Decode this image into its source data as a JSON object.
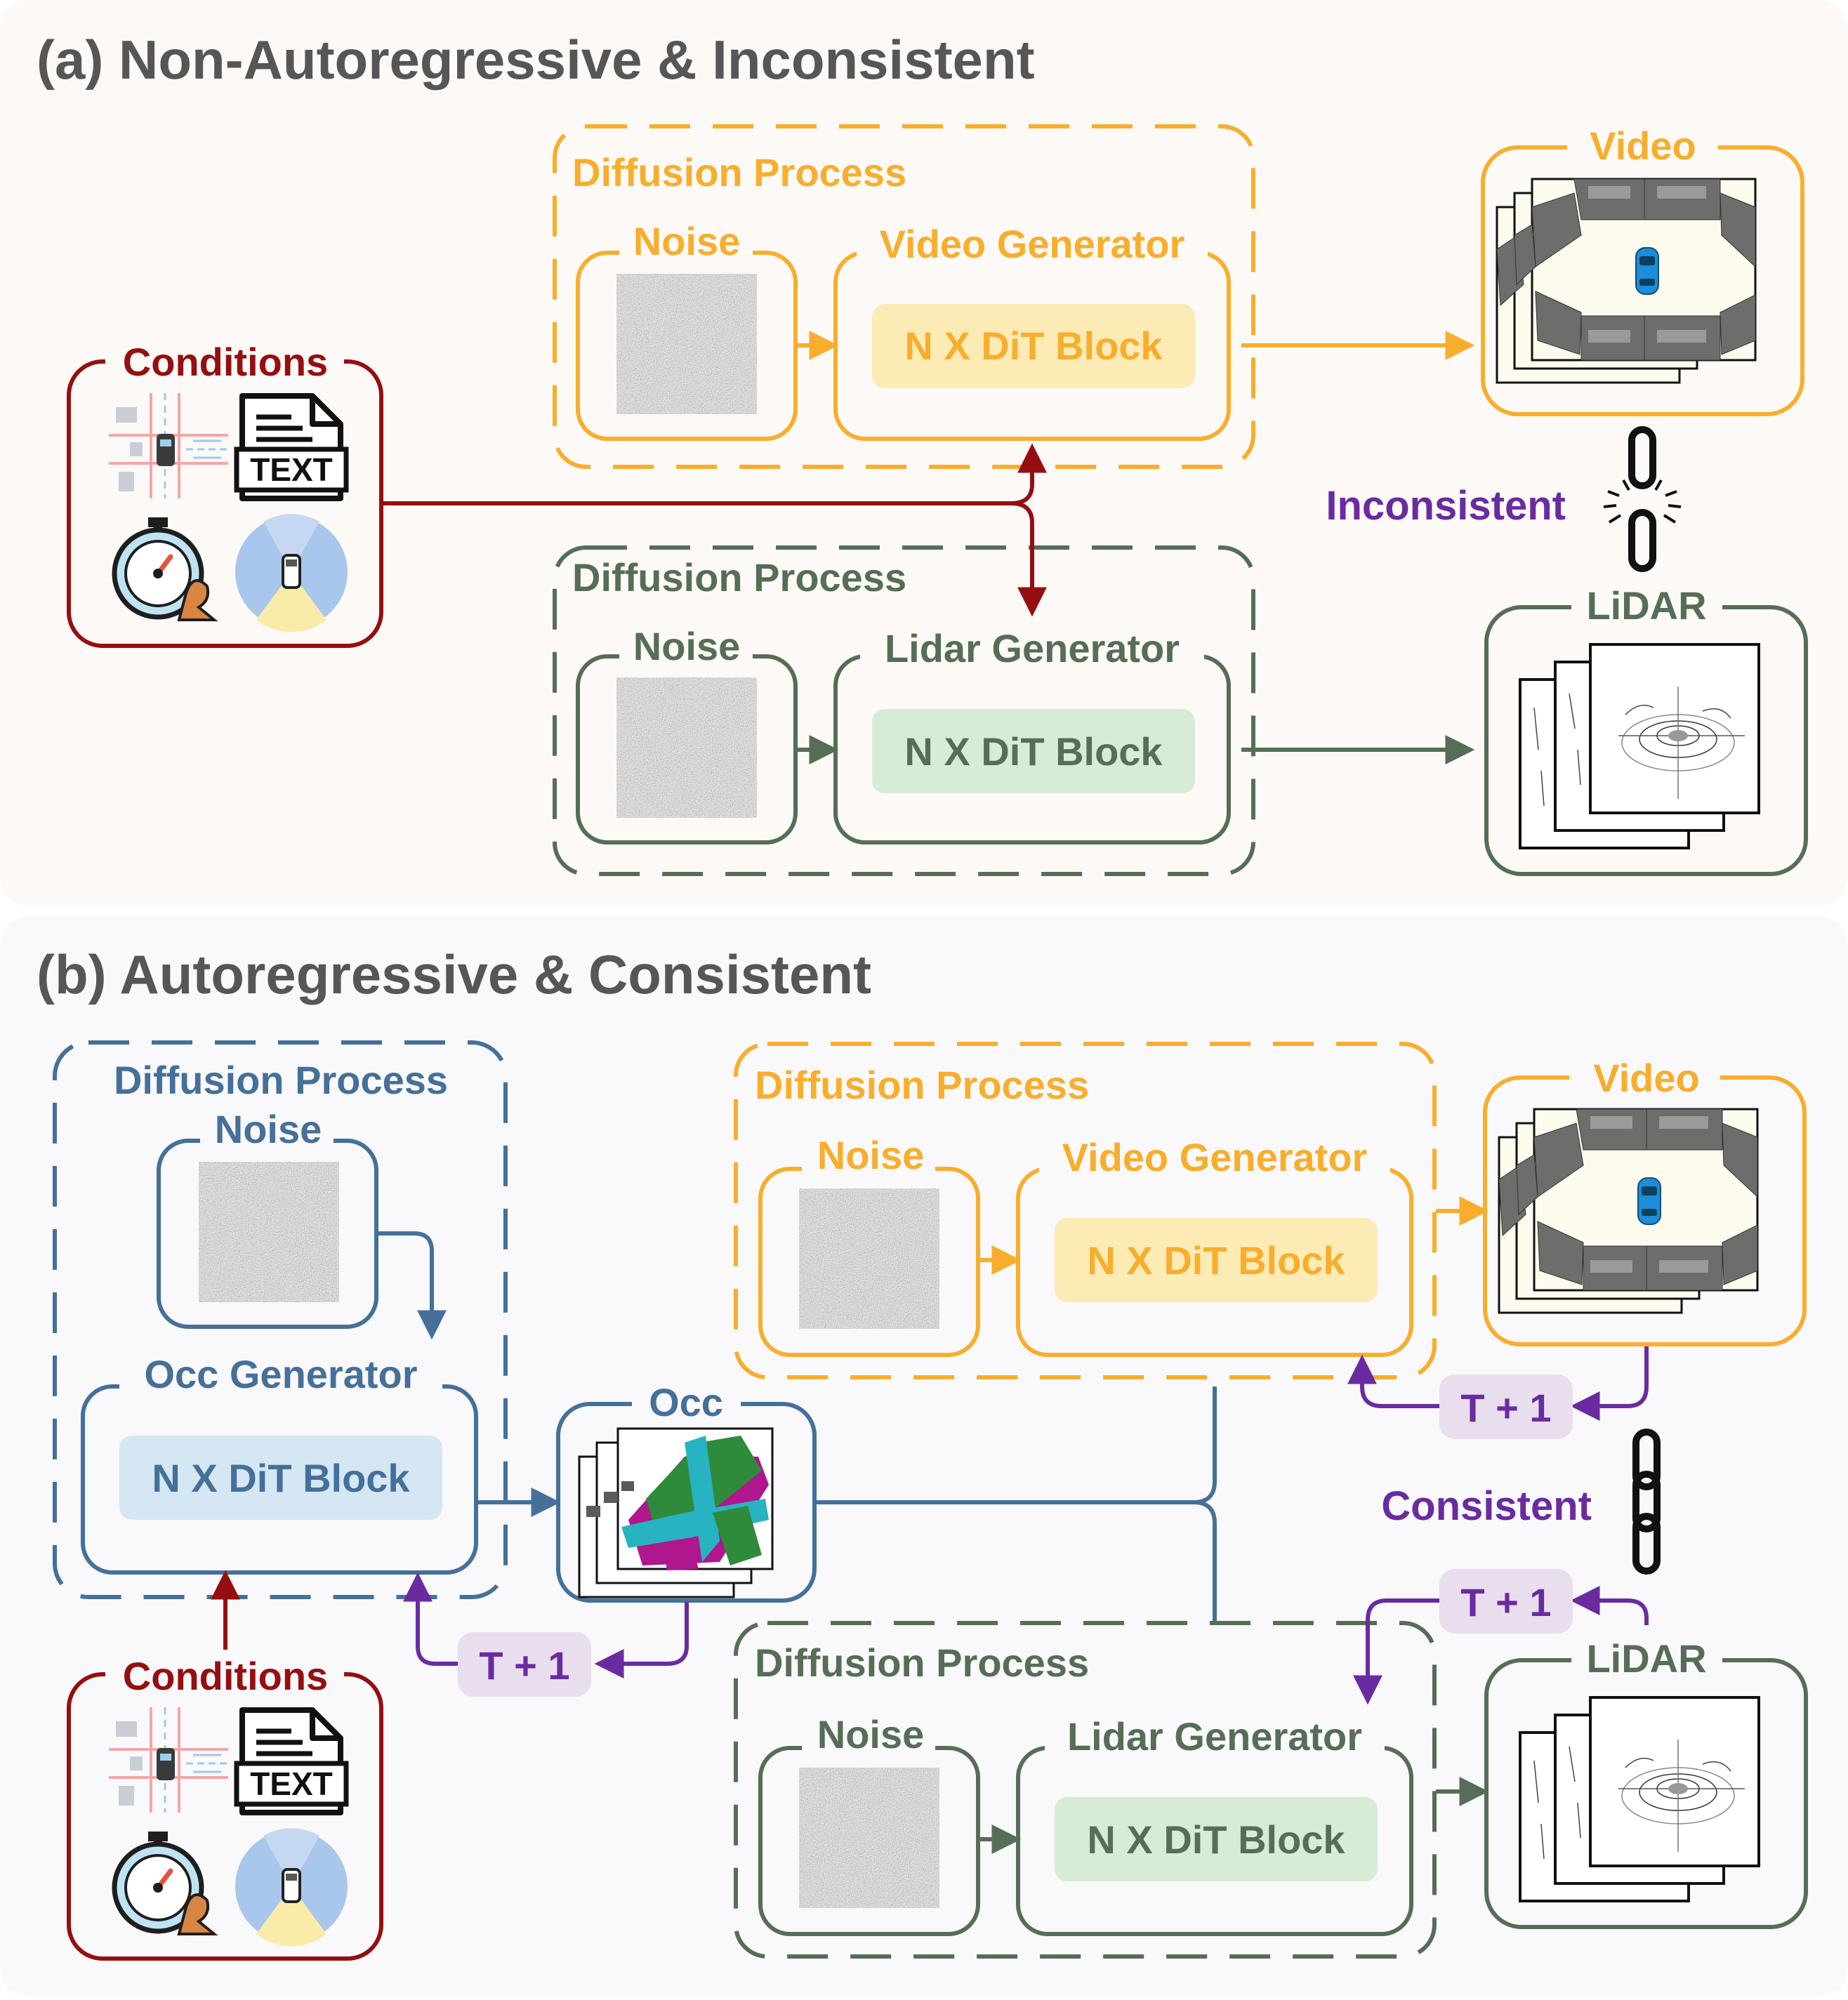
{
  "colors": {
    "orange": "#F8AE2C",
    "orange_fill": "#FDEBB6",
    "green": "#556E55",
    "green_fill": "#D6ECD5",
    "blue": "#44709A",
    "blue_fill": "#D4E7F3",
    "red": "#950F10",
    "purple": "#6A2BA1",
    "purple_fill": "#E9DEEE",
    "title": "#565656",
    "panel_a": "#FCF9F7",
    "panel_b": "#F9F8FB"
  },
  "panel_a": {
    "title": "(a) Non-Autoregressive & Inconsistent",
    "video_diffusion": {
      "label": "Diffusion Process",
      "noise_label": "Noise",
      "generator_label": "Video Generator",
      "block_label": "N X DiT Block"
    },
    "lidar_diffusion": {
      "label": "Diffusion Process",
      "noise_label": "Noise",
      "generator_label": "Lidar Generator",
      "block_label": "N X DiT Block"
    },
    "conditions": {
      "label": "Conditions",
      "text_icon_label": "TEXT"
    },
    "video_output_label": "Video",
    "lidar_output_label": "LiDAR",
    "relation_label": "Inconsistent"
  },
  "panel_b": {
    "title": "(b) Autoregressive & Consistent",
    "occ_diffusion": {
      "label": "Diffusion Process",
      "noise_label": "Noise",
      "generator_label": "Occ Generator",
      "block_label": "N X DiT Block"
    },
    "occ_output_label": "Occ",
    "video_diffusion": {
      "label": "Diffusion Process",
      "noise_label": "Noise",
      "generator_label": "Video Generator",
      "block_label": "N X DiT Block"
    },
    "lidar_diffusion": {
      "label": "Diffusion Process",
      "noise_label": "Noise",
      "generator_label": "Lidar Generator",
      "block_label": "N X DiT Block"
    },
    "conditions": {
      "label": "Conditions",
      "text_icon_label": "TEXT"
    },
    "video_output_label": "Video",
    "lidar_output_label": "LiDAR",
    "relation_label": "Consistent",
    "step_occ": "T + 1",
    "step_video": "T + 1",
    "step_lidar": "T + 1"
  }
}
